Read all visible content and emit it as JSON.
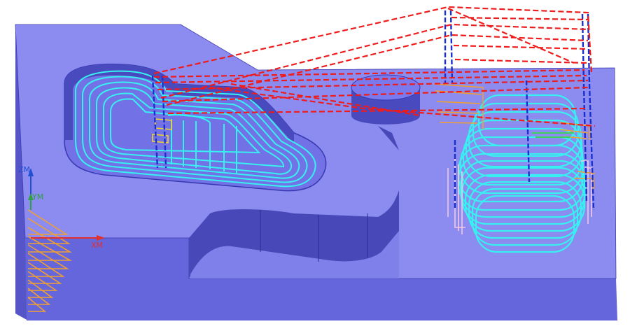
{
  "viewport": {
    "background": "#ffffff",
    "axes": {
      "z_label": "ZM",
      "y_label": "YM",
      "x_label": "XM",
      "z_color": "#2050d0",
      "y_color": "#30a040",
      "x_color": "#e03030"
    }
  },
  "colors": {
    "stock_top": "#8b8bf0",
    "stock_front": "#6565dc",
    "stock_left": "#5555c8",
    "pocket_wall": "#4a4abf",
    "cyan_toolpath": "#38f0f0",
    "rapid_move": "#ee1c1c",
    "plunge_move": "#1a2fd0",
    "lead_in": "#f0a030",
    "linking": "#f4c8e0"
  },
  "icons": [
    "triad-icon"
  ]
}
